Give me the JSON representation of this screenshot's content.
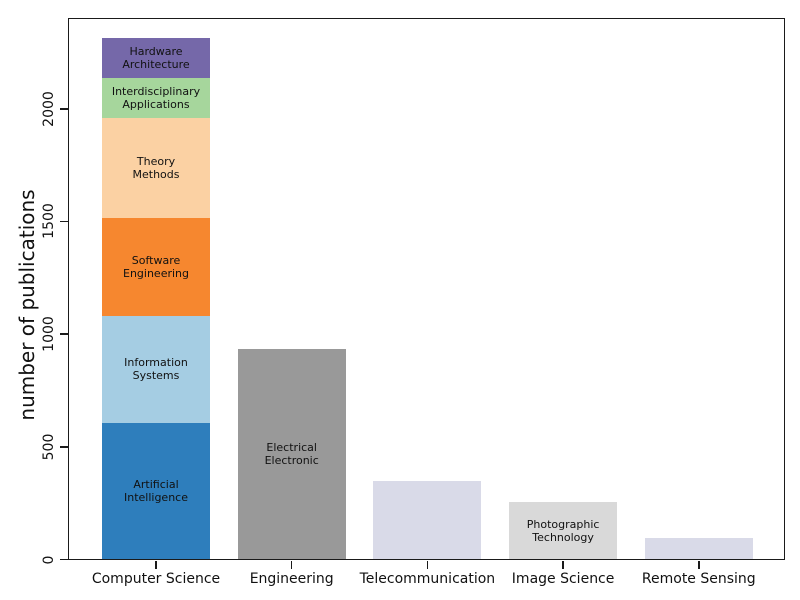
{
  "chart_data": {
    "type": "stacked-bar",
    "title": "",
    "xlabel": "",
    "ylabel": "number of publications",
    "ylim": [
      0,
      2405
    ],
    "yticks": [
      0,
      500,
      1000,
      1500,
      2000
    ],
    "ytick_labels": [
      "0",
      "500",
      "1000",
      "1500",
      "2000"
    ],
    "grid": false,
    "legend": "none",
    "categories": [
      "Computer Science",
      "Engineering",
      "Telecommunication",
      "Image Science",
      "Remote Sensing"
    ],
    "bars": [
      {
        "category": "Computer Science",
        "total": 2310,
        "segments": [
          {
            "label": "Artificial\nIntelligence",
            "value": 605,
            "color": "#2e7ebc"
          },
          {
            "label": "Information\nSystems",
            "value": 475,
            "color": "#a5cde3"
          },
          {
            "label": "Software\nEngineering",
            "value": 435,
            "color": "#f6872f"
          },
          {
            "label": "Theory\nMethods",
            "value": 440,
            "color": "#fbd1a3"
          },
          {
            "label": "Interdisciplinary\nApplications",
            "value": 180,
            "color": "#a6d69c"
          },
          {
            "label": "Hardware\nArchitecture",
            "value": 175,
            "color": "#7568a9"
          }
        ]
      },
      {
        "category": "Engineering",
        "total": 930,
        "segments": [
          {
            "label": "Electrical\nElectronic",
            "value": 930,
            "color": "#999999"
          }
        ]
      },
      {
        "category": "Telecommunication",
        "total": 348,
        "segments": [
          {
            "label": "",
            "value": 348,
            "color": "#d9dae8"
          }
        ]
      },
      {
        "category": "Image Science",
        "total": 252,
        "segments": [
          {
            "label": "Photographic\nTechnology",
            "value": 252,
            "color": "#d9d9d9"
          }
        ]
      },
      {
        "category": "Remote Sensing",
        "total": 95,
        "segments": [
          {
            "label": "",
            "value": 95,
            "color": "#d9dae8"
          }
        ]
      }
    ]
  }
}
